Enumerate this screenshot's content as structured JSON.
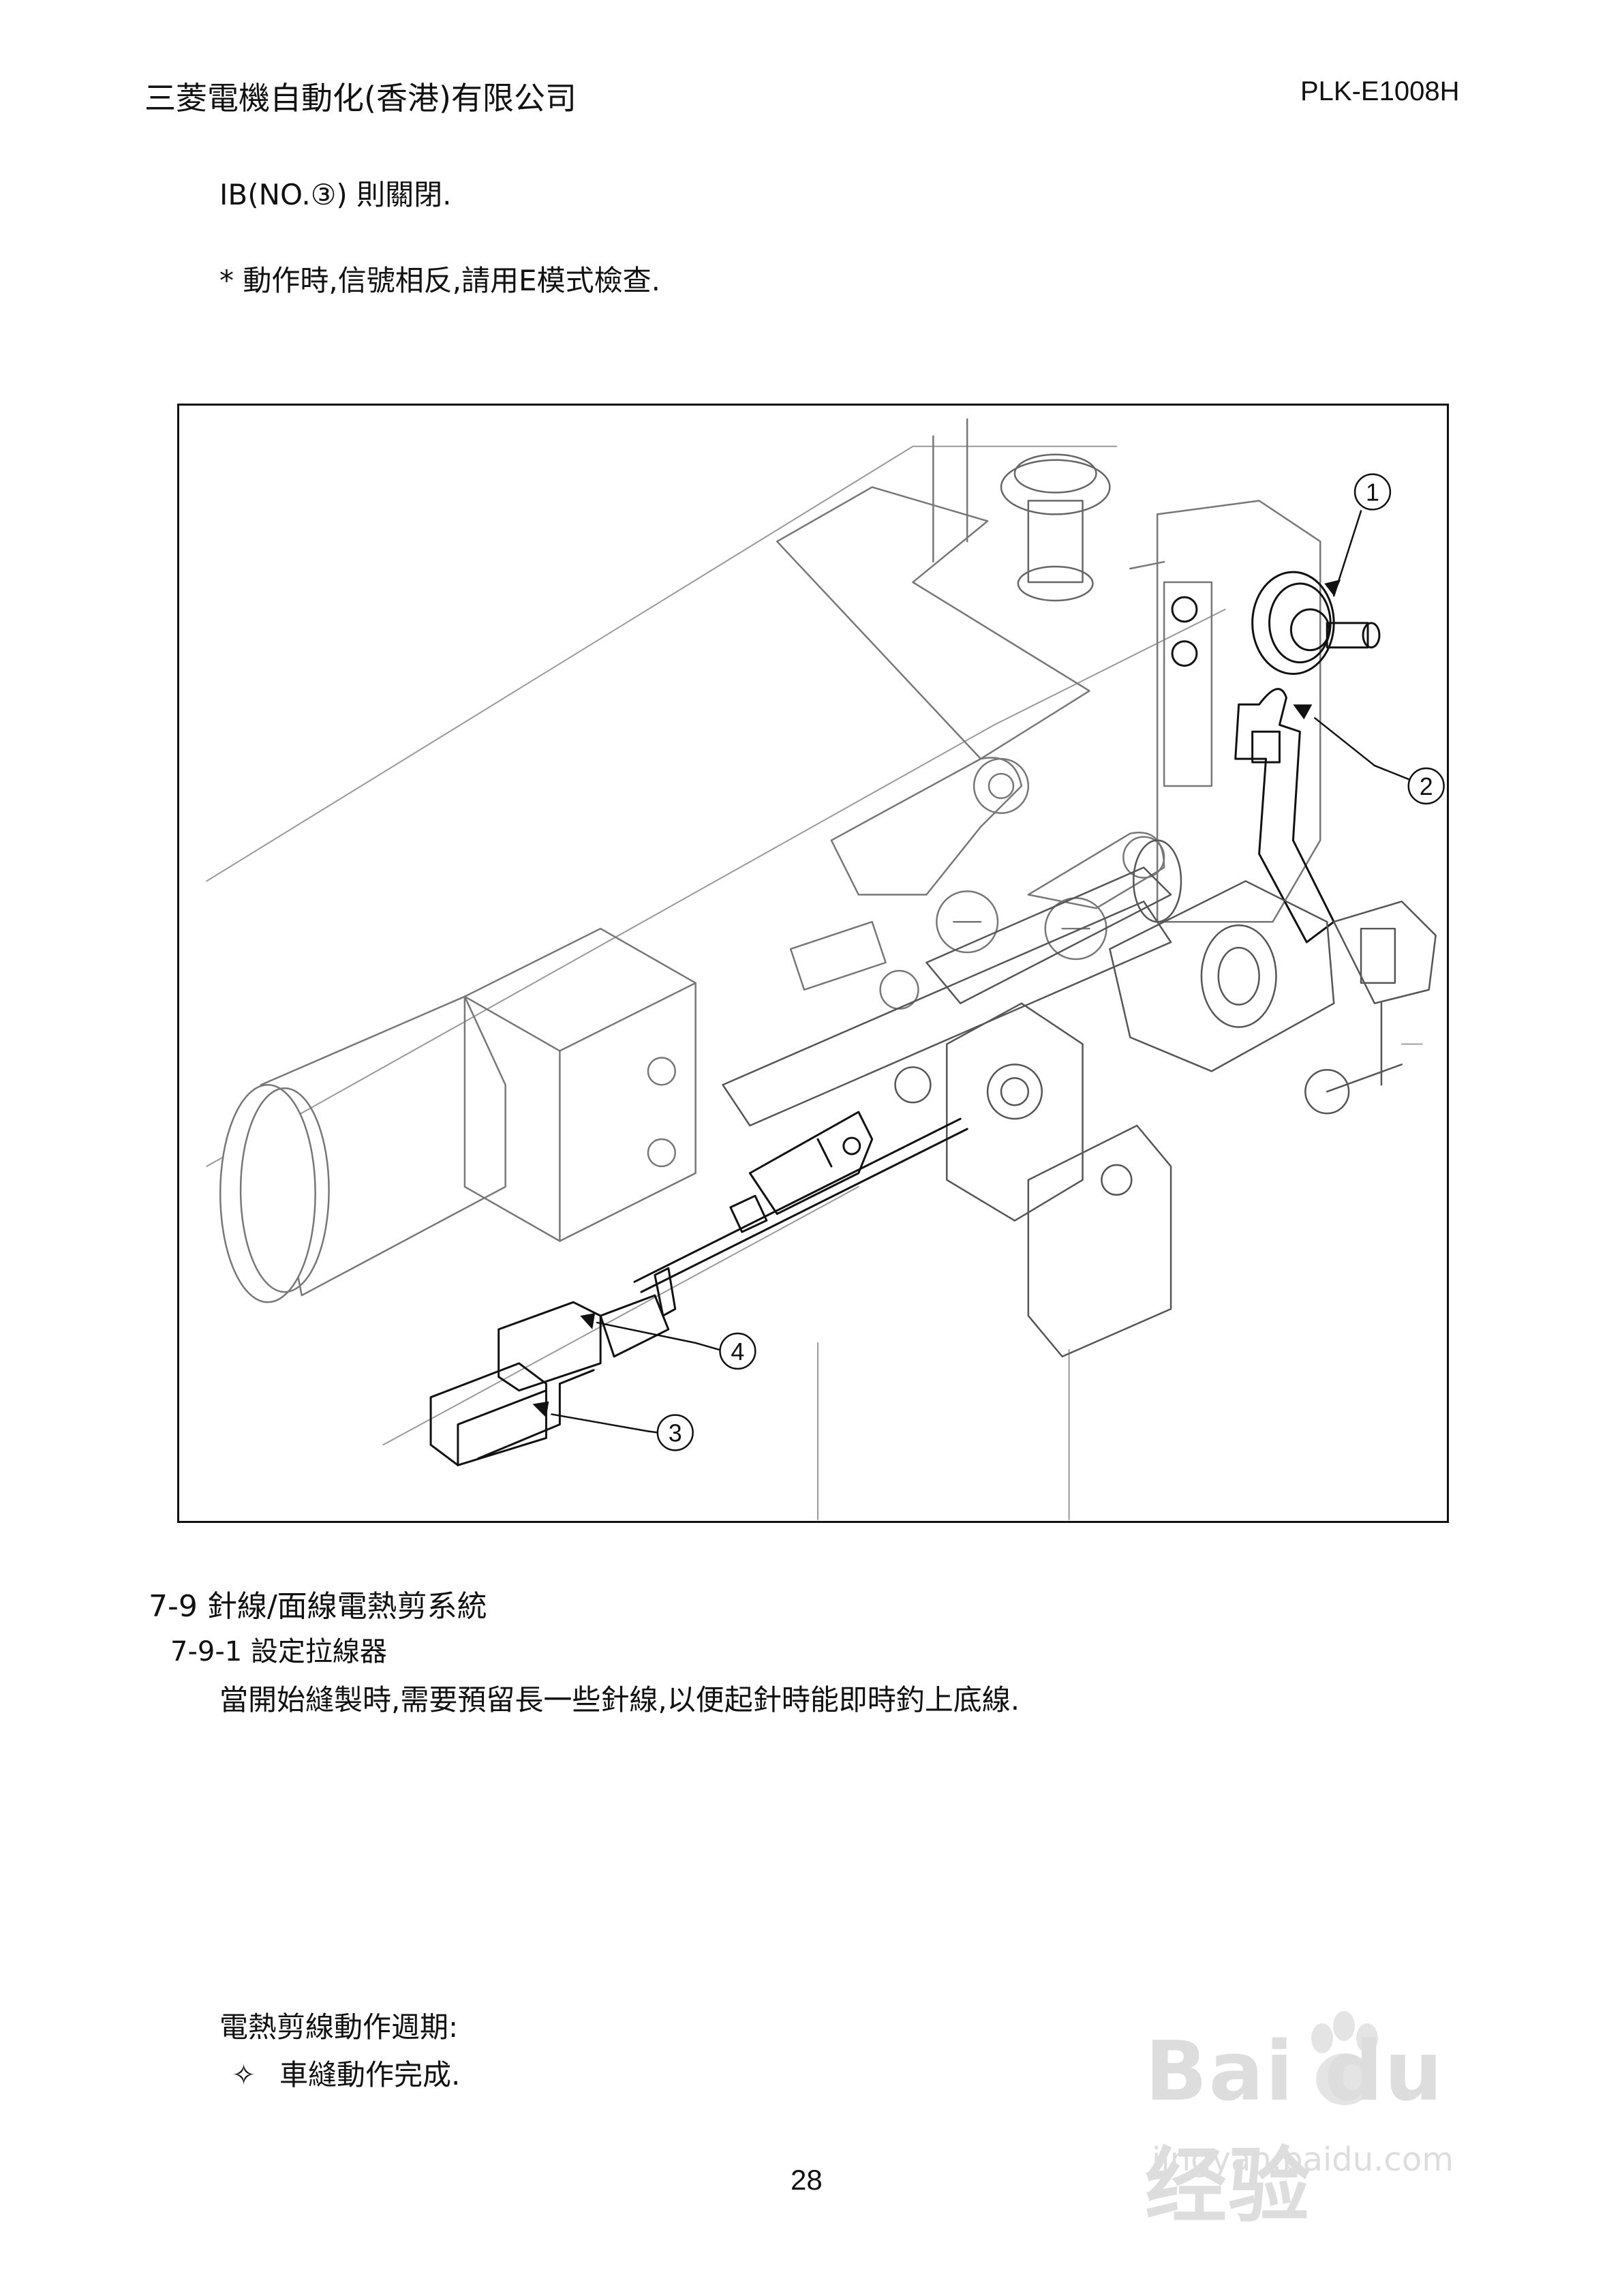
{
  "header": {
    "company": "三菱電機自動化(香港)有限公司",
    "doc_code": "PLK-E1008H"
  },
  "text_lines": {
    "line1": "IB(NO.③)  則關閉.",
    "line2": "*  動作時,信號相反,請用E模式檢查."
  },
  "figure": {
    "callouts": [
      "1",
      "2",
      "3",
      "4"
    ]
  },
  "section": {
    "title": "7-9  針線/面線電熱剪系統",
    "subsection": "7-9-1  設定拉線器",
    "body": "當開始縫製時,需要預留長一些針線,以便起針時能即時釣上底線."
  },
  "cycle": {
    "label": "電熱剪線動作週期:",
    "bullet_icon": "✧",
    "items": [
      "車縫動作完成."
    ]
  },
  "page_number": "28",
  "watermark": {
    "brand": "Bai du 经验",
    "url": "jingyan.baidu.com"
  }
}
